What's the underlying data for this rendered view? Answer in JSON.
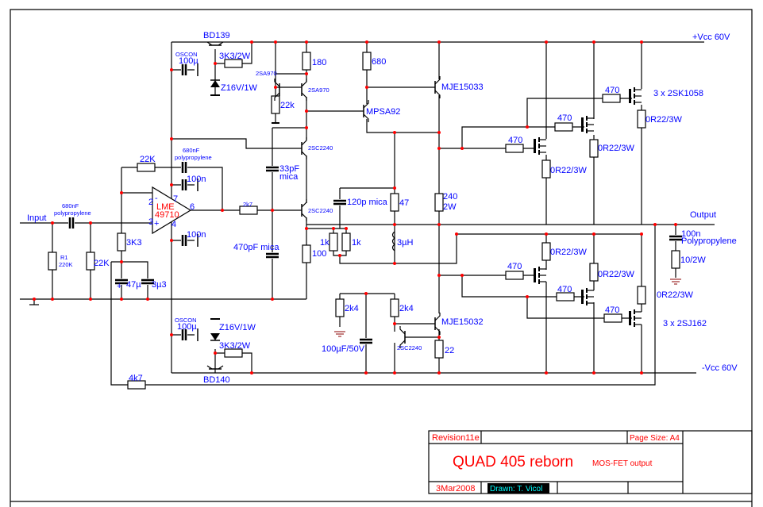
{
  "title_block": {
    "revision": "Revision11e",
    "page_size": "Page Size: A4",
    "title": "QUAD 405 reborn",
    "subtitle": "MOS-FET output",
    "date": "3Mar2008",
    "drawn": "Drawn: T. Vicol"
  },
  "labels": {
    "bd139": "BD139",
    "bd140": "BD140",
    "r3k3_top": "3K3/2W",
    "r3k3_bot": "3K3/2W",
    "z_top": "Z16V/1W",
    "z_bot": "Z16V/1W",
    "oscon_top": "OSCON",
    "oscon_top_val": "100µ",
    "oscon_bot": "OSCON",
    "oscon_bot_val": "100µ",
    "c680_fb": "680nF",
    "poly_fb": "polypropylene",
    "r22k_fb": "22K",
    "c100n_top": "100n",
    "c100n_bot": "100n",
    "opamp_1": "LME",
    "opamp_2": "49710",
    "pin2": "2",
    "pin3": "3",
    "pin7": "7",
    "pin4": "4",
    "pin6": "6",
    "minus": "-",
    "plus": "+",
    "input": "Input",
    "c680_in": "680nF",
    "poly_in": "polypropylene",
    "r1": "R1",
    "r1_val": "220K",
    "r22k_in": "22K",
    "r3k3": "3K3",
    "c47": "47µ",
    "c3u3": "3µ3",
    "cplus": "+",
    "r2k7": "2k7",
    "q_2sa970_a": "2SA970",
    "q_2sa970_b": "2SA970",
    "r180": "180",
    "r22k": "22k",
    "r680": "680",
    "mpsa92": "MPSA92",
    "mje15033": "MJE15033",
    "q_2sc2240_a": "2SC2240",
    "q_2sc2240_b": "2SC2240",
    "q_2sc2240_c": "2SC2240",
    "c33p": "33pF",
    "mica": "mica",
    "c470p": "470pF mica",
    "c120p": "120p mica",
    "r47": "47",
    "l3u": "3µH",
    "r1k_a": "1k",
    "r1k_b": "1k",
    "r100": "100",
    "r240": "240",
    "r240_w": "2W",
    "r2k4_a": "2k4",
    "r2k4_b": "2k4",
    "c100u": "100µF/50V",
    "mje15032": "MJE15032",
    "r22": "22",
    "r4k7": "4k7",
    "vcc_pos": "+Vcc 60V",
    "vcc_neg": "-Vcc 60V",
    "output": "Output",
    "rg1": "470",
    "rg2": "470",
    "rg3": "470",
    "rg4": "470",
    "rg5": "470",
    "rg6": "470",
    "rs1": "0R22/3W",
    "rs2": "0R22/3W",
    "rs3": "0R22/3W",
    "rs4": "0R22/3W",
    "rs5": "0R22/3W",
    "rs6": "0R22/3W",
    "nmos": "3 x 2SK1058",
    "pmos": "3 x 2SJ162",
    "zobel_c": "100n",
    "zobel_poly": "Polypropylene",
    "zobel_r": "10/2W"
  },
  "colors": {
    "wire": "#000000",
    "label": "#0000ff",
    "junction": "#ff0000",
    "title": "#ff0000",
    "ground": "#8b0000"
  }
}
